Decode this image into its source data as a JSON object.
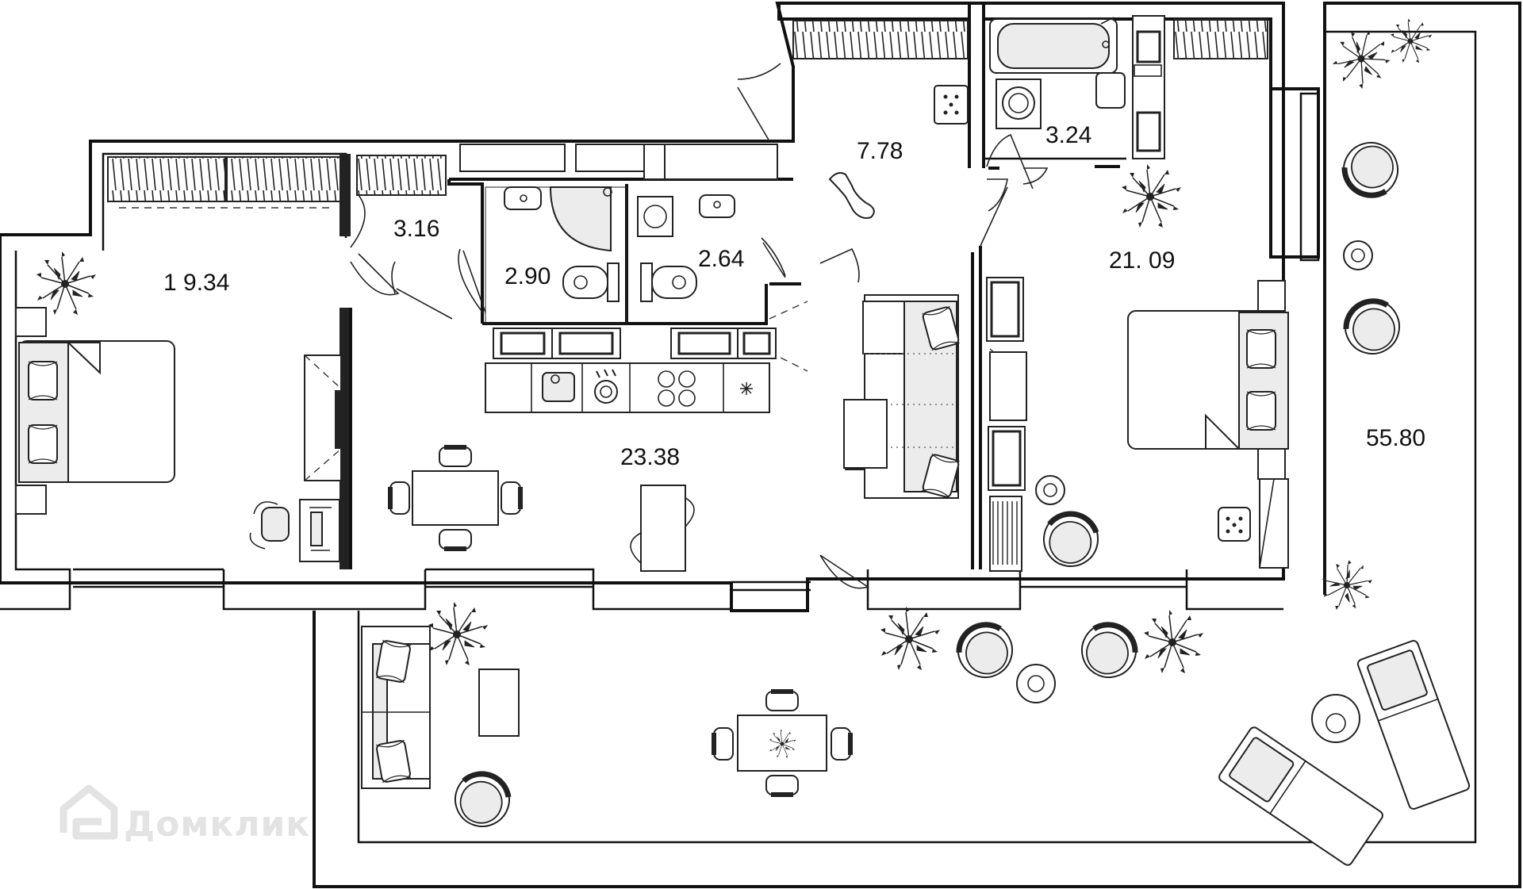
{
  "floor_plan": {
    "rooms": [
      {
        "id": "bedroom-left",
        "area": "1 9.34"
      },
      {
        "id": "wardrobe",
        "area": "3.16"
      },
      {
        "id": "bathroom-1",
        "area": "2.90"
      },
      {
        "id": "bathroom-2",
        "area": "2.64"
      },
      {
        "id": "hallway",
        "area": "7.78"
      },
      {
        "id": "laundry",
        "area": "3.24"
      },
      {
        "id": "bedroom-right",
        "area": "21. 09"
      },
      {
        "id": "living-kitchen",
        "area": "23.38"
      },
      {
        "id": "terrace",
        "area": "55.80"
      }
    ]
  },
  "watermark": {
    "text": "Домклик",
    "icon": "house-logo-icon"
  }
}
